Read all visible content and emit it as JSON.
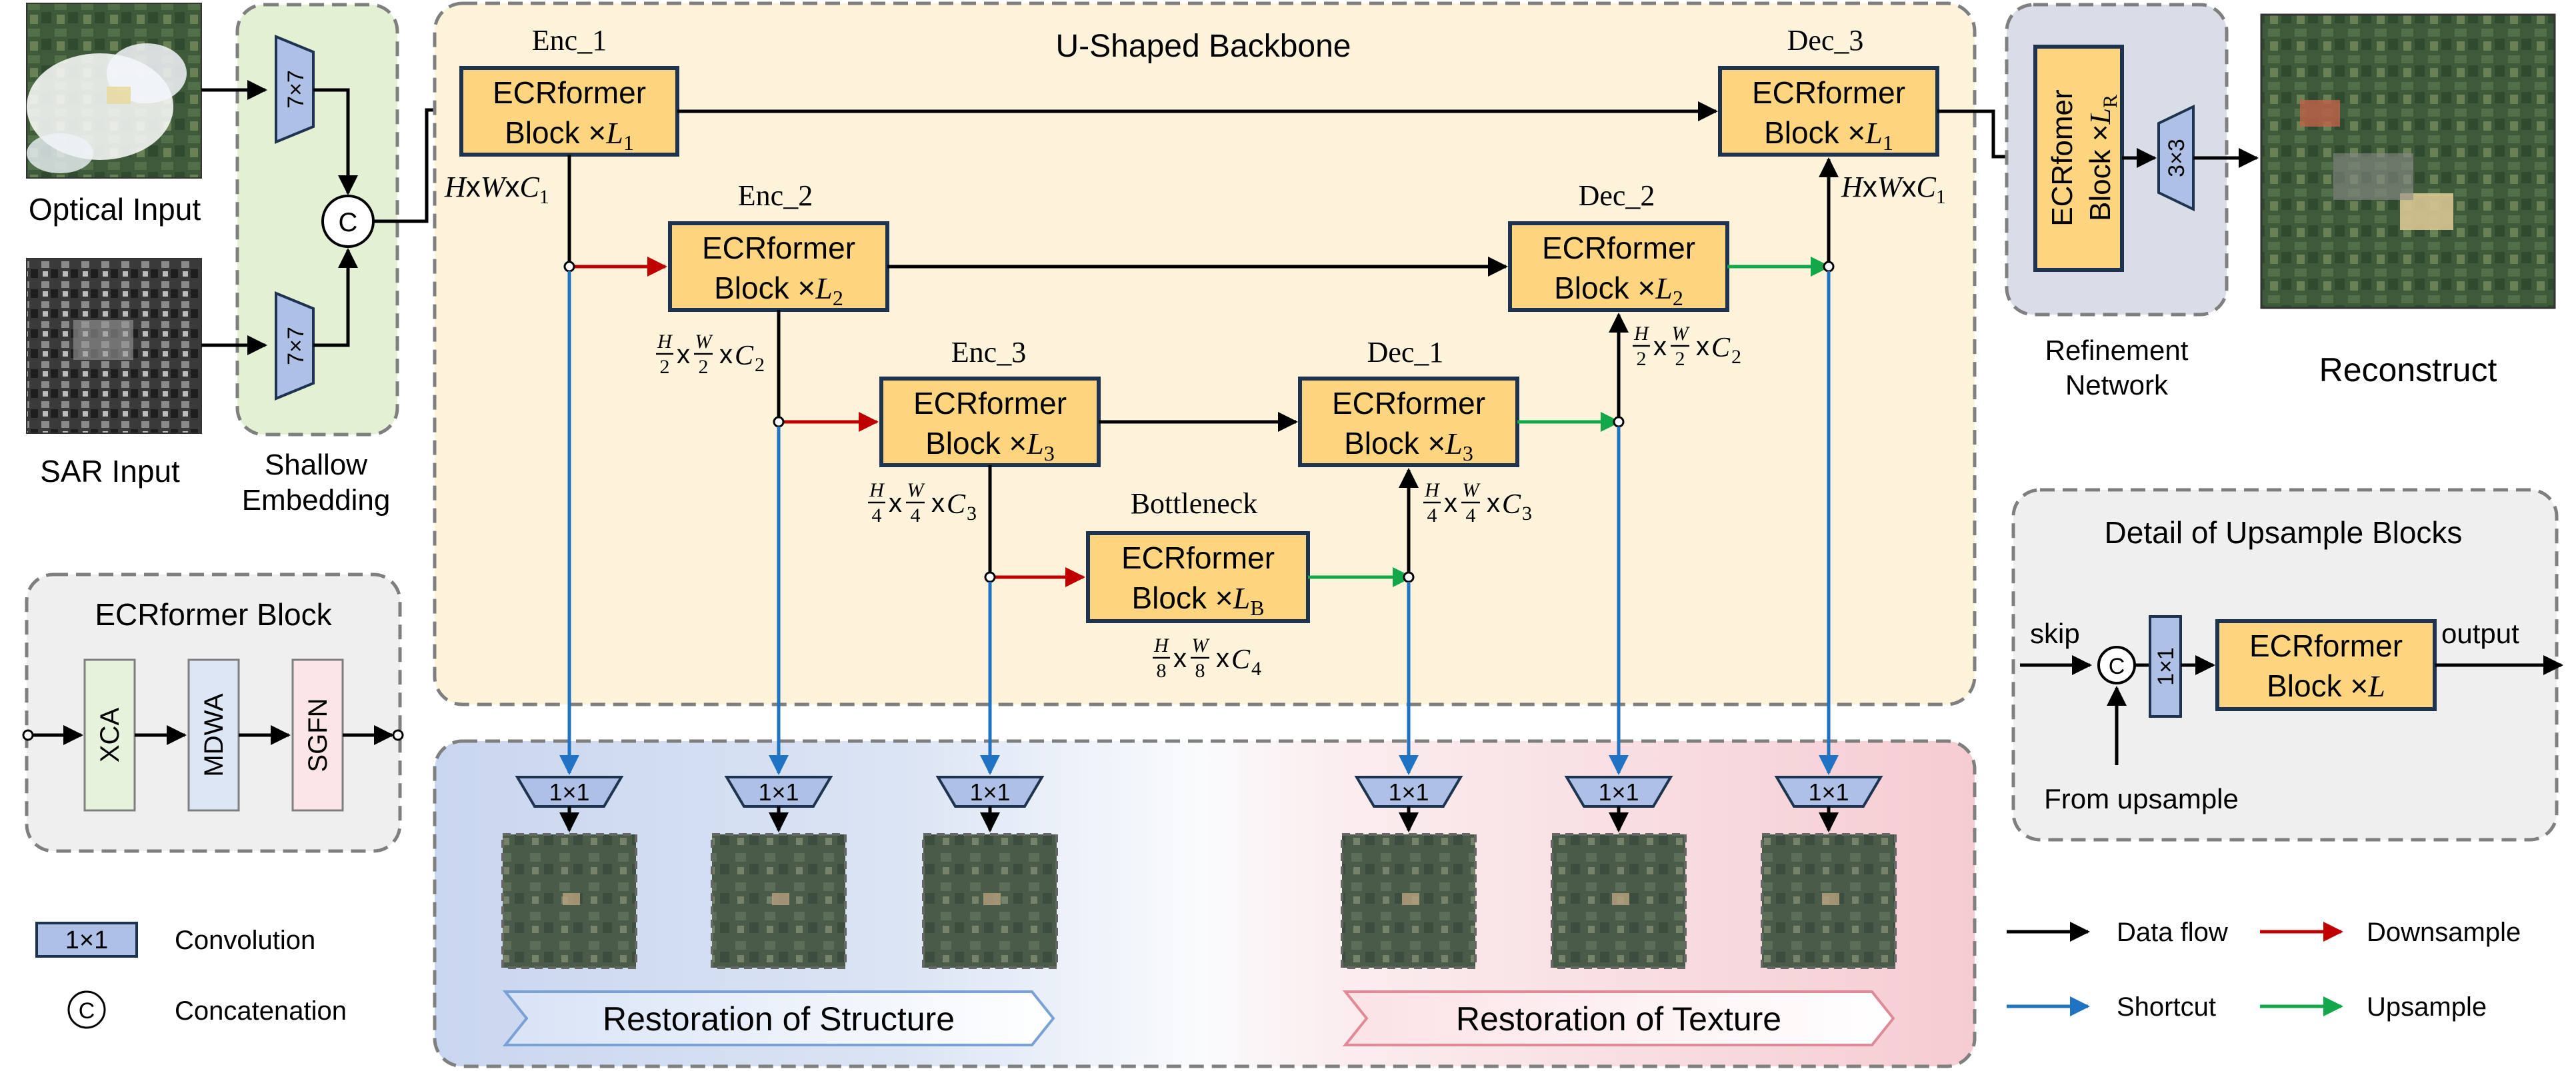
{
  "inputs": {
    "optical": "Optical Input",
    "sar": "SAR Input",
    "conv7": "7×7",
    "concat": "C"
  },
  "shallow": {
    "line1": "Shallow",
    "line2": "Embedding"
  },
  "backbone": {
    "title": "U-Shaped Backbone",
    "block_word": "ECRformer",
    "block_prefix": "Block ×",
    "stages": {
      "enc1": {
        "name": "Enc_1",
        "sym": "L",
        "sub": "1"
      },
      "enc2": {
        "name": "Enc_2",
        "sym": "L",
        "sub": "2"
      },
      "enc3": {
        "name": "Enc_3",
        "sym": "L",
        "sub": "3"
      },
      "bottleneck": {
        "name": "Bottleneck",
        "sym": "L",
        "sub": "B"
      },
      "dec1": {
        "name": "Dec_1",
        "sym": "L",
        "sub": "3"
      },
      "dec2": {
        "name": "Dec_2",
        "sym": "L",
        "sub": "2"
      },
      "dec3": {
        "name": "Dec_3",
        "sym": "L",
        "sub": "1"
      }
    },
    "dims": {
      "full": {
        "h": "H",
        "w": "W",
        "c": "C",
        "cs": "1",
        "x": "x"
      },
      "half": {
        "h": "H",
        "w": "W",
        "div": "2",
        "c": "C",
        "cs": "2",
        "x": "x"
      },
      "quarter": {
        "h": "H",
        "w": "W",
        "div": "4",
        "c": "C",
        "cs": "3",
        "x": "x"
      },
      "eighth": {
        "h": "H",
        "w": "W",
        "div": "8",
        "c": "C",
        "cs": "4",
        "x": "x"
      }
    }
  },
  "refinement": {
    "block_word": "ECRfomer",
    "block_prefix": "Block ×",
    "sym": "L",
    "sub": "R",
    "conv": "3×3",
    "label1": "Refinement",
    "label2": "Network"
  },
  "reconstruct": "Reconstruct",
  "restoration": {
    "conv": "1×1",
    "structure": "Restoration of Structure",
    "texture": "Restoration of Texture"
  },
  "ecr_block": {
    "title": "ECRformer Block",
    "parts": [
      "XCA",
      "MDWA",
      "SGFN"
    ]
  },
  "upsample_detail": {
    "title": "Detail of Upsample Blocks",
    "skip": "skip",
    "output": "output",
    "from": "From upsample",
    "concat": "C",
    "conv": "1×1",
    "block_word": "ECRformer",
    "block_prefix": "Block ×",
    "sym": "L"
  },
  "legend": {
    "conv_symbol": "1×1",
    "convolution": "Convolution",
    "concat_symbol": "C",
    "concatenation": "Concatenation",
    "data_flow": "Data flow",
    "downsample": "Downsample",
    "shortcut": "Shortcut",
    "upsample": "Upsample"
  },
  "colors": {
    "block_fill": "#fcd57e",
    "block_stroke": "#1e3350",
    "conv_fill": "#aec0e6",
    "backbone_bg": "#fdf3da",
    "shallow_bg": "#e3f0d4",
    "refine_bg": "#d8dde8",
    "panel_bg": "#efefef",
    "black_arrow": "#000000",
    "red_arrow": "#c00000",
    "green_arrow": "#12a84a",
    "blue_arrow": "#1f73c2",
    "xca_fill": "#e6f2dc",
    "mdwa_fill": "#dde6f4",
    "sgfn_fill": "#fbe5e6"
  }
}
